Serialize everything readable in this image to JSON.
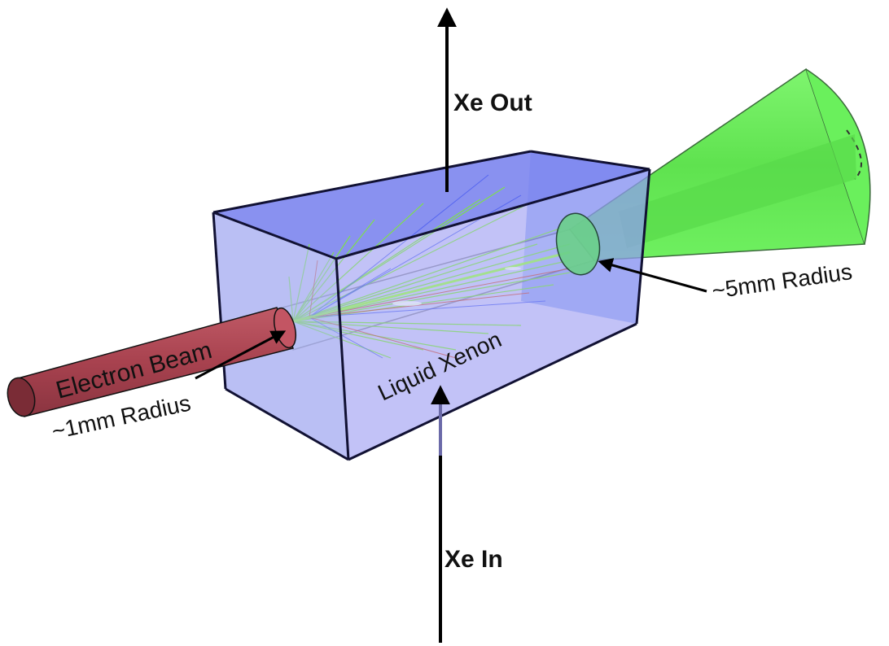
{
  "labels": {
    "xe_out": "Xe Out",
    "xe_in": "Xe In",
    "liquid_xenon": "Liquid Xenon",
    "electron_beam": "Electron Beam",
    "beam_radius": "~1mm Radius",
    "cone_radius": "~5mm Radius"
  },
  "colors": {
    "box_top": "#7c86ee",
    "box_front": "#a7b4f3",
    "box_side": "#7a8df0",
    "box_bottom": "#a9a4f0",
    "box_edge": "#111133",
    "beam": "#a8424f",
    "beam_end": "#7a2c36",
    "cone": "#66f25a",
    "cone_inner": "#55d64a",
    "track_green": "#7de83c",
    "track_blue": "#4a5cf0",
    "track_red": "#d04a3a",
    "arrow": "#000000"
  }
}
